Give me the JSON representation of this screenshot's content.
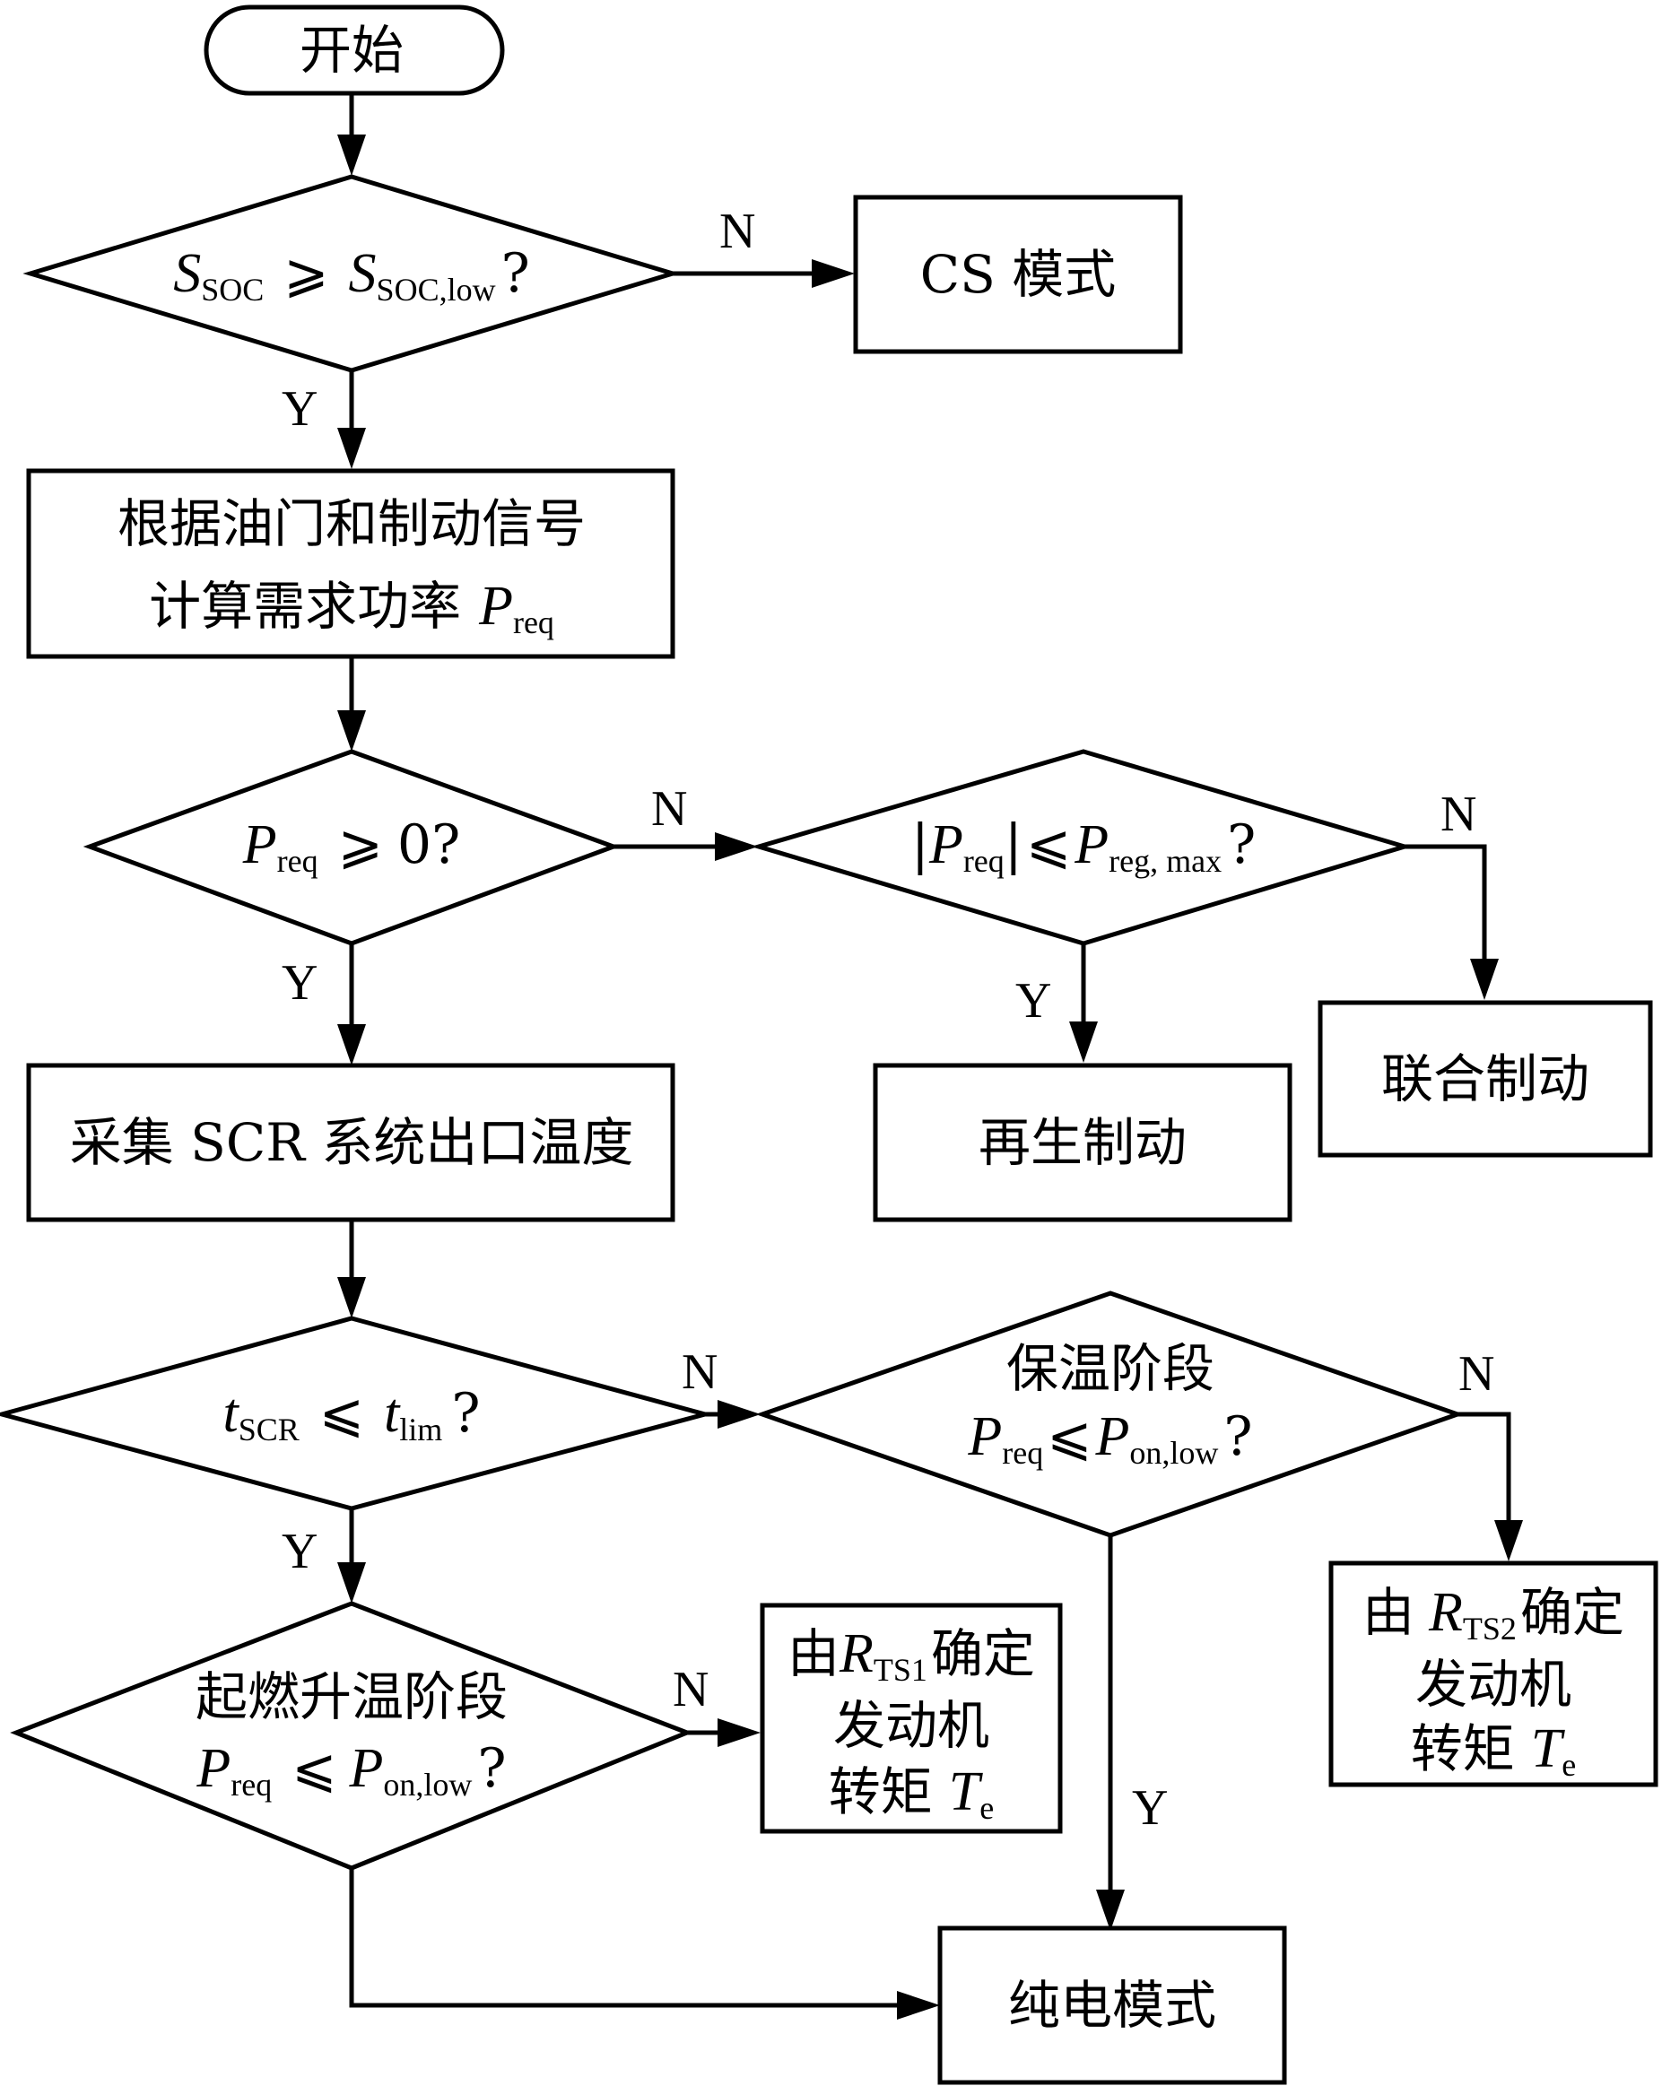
{
  "nodes": {
    "start": {
      "label": "开始"
    },
    "soc_check": {
      "var": "S",
      "sub1": "SOC",
      "op": "⩾",
      "var2": "S",
      "sub2": "SOC,low",
      "q": "?"
    },
    "cs_mode": {
      "label": "CS 模式"
    },
    "calc_power": {
      "line1": "根据油门和制动信号",
      "line2_text": "计算需求功率",
      "var": "P",
      "sub": "req"
    },
    "preq_check": {
      "var": "P",
      "sub": "req",
      "op": "⩾",
      "rhs": "0",
      "q": "?"
    },
    "regen_check": {
      "bar_open": "|",
      "var": "P",
      "sub": "req",
      "bar_close": "|",
      "op": "⩽",
      "var2": "P",
      "sub2": "reg, max",
      "q": "?"
    },
    "regen_brake": {
      "label": "再生制动"
    },
    "combined_brake": {
      "label": "联合制动"
    },
    "collect_temp": {
      "label": "采集 SCR 系统出口温度"
    },
    "temp_check": {
      "var": "t",
      "sub": "SCR",
      "op": "⩽",
      "var2": "t",
      "sub2": "lim",
      "q": "?"
    },
    "warm_check": {
      "title": "保温阶段",
      "var": "P",
      "sub": "req",
      "op": "⩽",
      "var2": "P",
      "sub2": "on,low",
      "q": "?"
    },
    "rts2_box": {
      "line1_pre": "由",
      "var": "R",
      "sub": "TS2",
      "line1_post": "确定",
      "line2": "发动机",
      "line3_text": "转矩",
      "var2": "T",
      "sub2": "e"
    },
    "ignite_check": {
      "title": "起燃升温阶段",
      "var": "P",
      "sub": "req",
      "op": "⩽",
      "var2": "P",
      "sub2": "on,low",
      "q": "?"
    },
    "rts1_box": {
      "line1_pre": "由",
      "var": "R",
      "sub": "TS1",
      "line1_post": "确定",
      "line2": "发动机",
      "line3_text": "转矩",
      "var2": "T",
      "sub2": "e"
    },
    "ev_mode": {
      "label": "纯电模式"
    }
  },
  "edge_labels": {
    "yes": "Y",
    "no": "N"
  }
}
